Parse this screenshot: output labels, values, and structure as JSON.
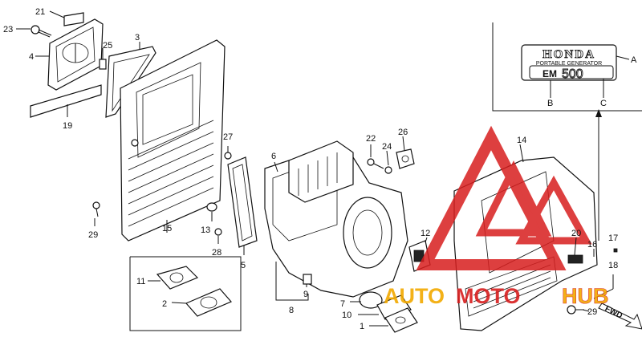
{
  "callouts": [
    {
      "id": "21",
      "text": "21"
    },
    {
      "id": "23",
      "text": "23"
    },
    {
      "id": "4",
      "text": "4"
    },
    {
      "id": "25",
      "text": "25"
    },
    {
      "id": "3",
      "text": "3"
    },
    {
      "id": "19",
      "text": "19"
    },
    {
      "id": "15",
      "text": "15"
    },
    {
      "id": "29a",
      "text": "29"
    },
    {
      "id": "27",
      "text": "27"
    },
    {
      "id": "6",
      "text": "6"
    },
    {
      "id": "13",
      "text": "13"
    },
    {
      "id": "28",
      "text": "28"
    },
    {
      "id": "5",
      "text": "5"
    },
    {
      "id": "11",
      "text": "11"
    },
    {
      "id": "2",
      "text": "2"
    },
    {
      "id": "9",
      "text": "9"
    },
    {
      "id": "8",
      "text": "8"
    },
    {
      "id": "22",
      "text": "22"
    },
    {
      "id": "24",
      "text": "24"
    },
    {
      "id": "26",
      "text": "26"
    },
    {
      "id": "12",
      "text": "12"
    },
    {
      "id": "7",
      "text": "7"
    },
    {
      "id": "10",
      "text": "10"
    },
    {
      "id": "1",
      "text": "1"
    },
    {
      "id": "14",
      "text": "14"
    },
    {
      "id": "20",
      "text": "20"
    },
    {
      "id": "16",
      "text": "16"
    },
    {
      "id": "17",
      "text": "17"
    },
    {
      "id": "18",
      "text": "18"
    },
    {
      "id": "29b",
      "text": "29"
    },
    {
      "id": "A",
      "text": "A"
    },
    {
      "id": "B",
      "text": "B"
    },
    {
      "id": "C",
      "text": "C"
    }
  ],
  "emblem": {
    "brand": "HONDA",
    "subtitle": "PORTABLE GENERATOR",
    "model_prefix": "EM",
    "model_number": "500"
  },
  "direction_marker": "FWD",
  "watermark": {
    "text_left": "AUTO",
    "text_mid": "MOTO",
    "text_right": "HUB",
    "color": "#d81e1e",
    "accent": "#f2a900"
  }
}
